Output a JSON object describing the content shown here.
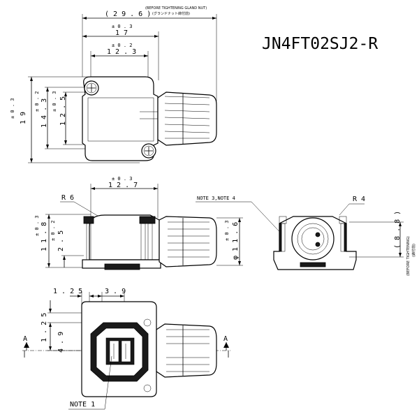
{
  "part_number": "JN4FT02SJ2-R",
  "note_before_tightening": "(BEFORE TIGHTENING GLAND NUT)",
  "note_before_tightening_jp": "(グランドナット締付前)",
  "side_text": "(BEFORE TIGHTENING)",
  "side_text_jp": "(締付前)",
  "dims": {
    "d_29_6": "( 2 9 . 6 )",
    "tol_17": "± 0 . 3",
    "d_17": "1 7",
    "tol_12_3": "± 0 . 2",
    "d_12_3": "1 2 . 3",
    "tol_19": "± 0 . 3",
    "d_19": "1 9",
    "tol_14_3": "± 0 . 2",
    "d_14_3": "1 4 . 3",
    "tol_12_5": "± 0 . 3",
    "d_12_5": "1 2 . 5",
    "tol_12_7": "± 0 . 3",
    "d_12_7": "1 2 . 7",
    "r6": "R 6",
    "tol_11_8": "± 0 . 3",
    "d_11_8": "1 1 . 8",
    "tol_2_5": "± 0 . 2",
    "d_2_5": "2 . 5",
    "tol_11_6": "± 0 . 3",
    "d_11_6": "φ 1 1 . 6",
    "note3_4": "NOTE 3,NOTE 4",
    "r4": "R 4",
    "d_8_8": "( 8 . 8 )",
    "d_1_25_top": "1 . 2 5",
    "d_3_9": "3 . 9",
    "d_1_25_side": "1 . 2 5",
    "d_4_9": "4 . 9",
    "section_a_left": "A",
    "section_a_right": "A",
    "note1": "NOTE 1"
  }
}
